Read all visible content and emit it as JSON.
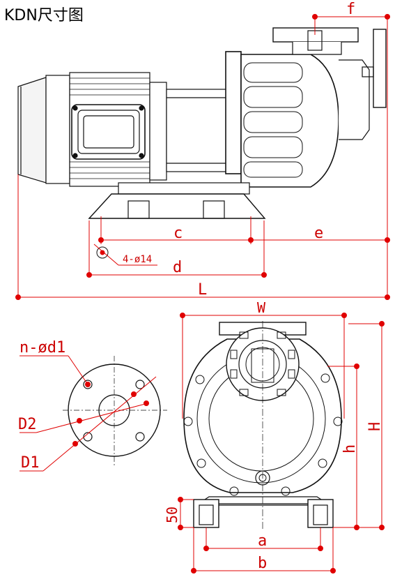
{
  "title": "KDN尺寸图",
  "colors": {
    "dimension": "#e00000",
    "drawing": "#111111"
  },
  "labels": {
    "f": "f",
    "c": "c",
    "e": "e",
    "hole": "4-ø14",
    "d": "d",
    "L": "L",
    "W": "W",
    "H": "H",
    "h": "h",
    "a": "a",
    "b": "b",
    "h50": "50",
    "nd1": "n-ød1",
    "D2": "D2",
    "D1": "D1"
  }
}
